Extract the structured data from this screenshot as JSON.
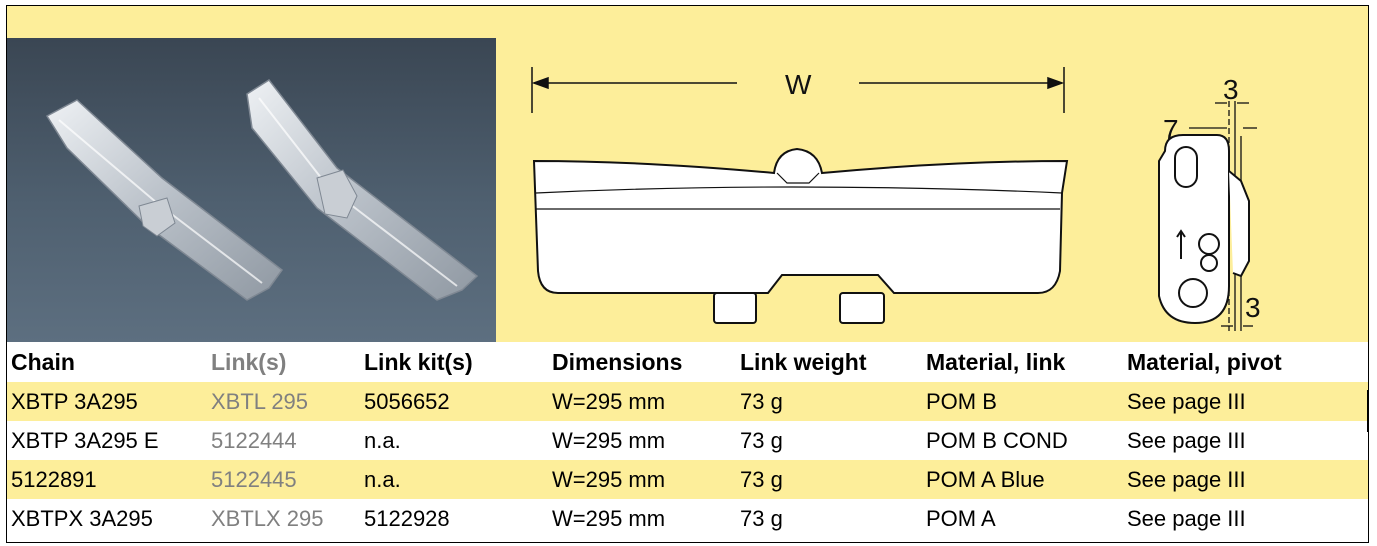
{
  "diagram": {
    "width_label": "W",
    "side_top_label": "3",
    "side_left_label": "7",
    "side_bottom_label": "3"
  },
  "table": {
    "headers": [
      "Chain",
      "Link(s)",
      "Link kit(s)",
      "Dimensions",
      "Link weight",
      "Material, link",
      "Material, pivot"
    ],
    "rows": [
      [
        "XBTP 3A295",
        "XBTL 295",
        "5056652",
        "W=295 mm",
        "73 g",
        "POM B",
        "See page III"
      ],
      [
        "XBTP 3A295 E",
        "5122444",
        "n.a.",
        "W=295 mm",
        "73 g",
        "POM B COND",
        "See page III"
      ],
      [
        "5122891",
        "5122445",
        "n.a.",
        "W=295 mm",
        "73 g",
        "POM A Blue",
        "See page III"
      ],
      [
        "XBTPX 3A295",
        "XBTLX 295",
        "5122928",
        "W=295 mm",
        "73 g",
        "POM A",
        "See page III"
      ]
    ]
  },
  "colors": {
    "band": "#fdee9a",
    "grey_text": "#808080"
  }
}
